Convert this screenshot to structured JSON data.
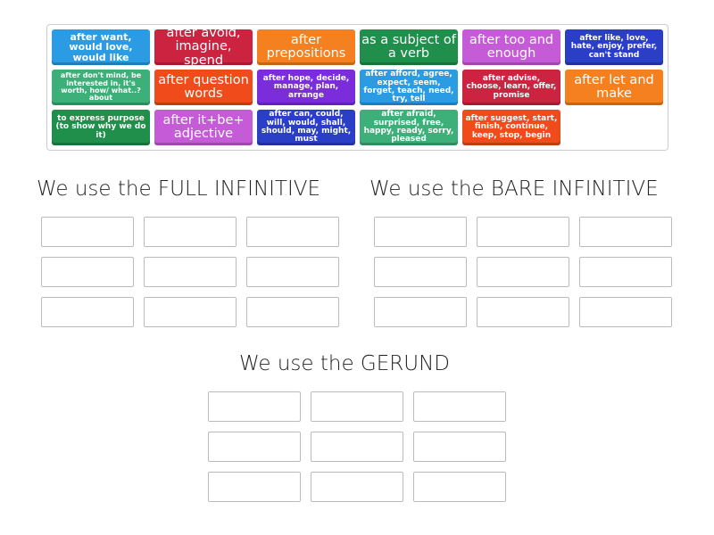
{
  "tiles": [
    {
      "text": "after want, would love, would like",
      "color": "#2b9be3",
      "size": "s-md"
    },
    {
      "text": "after avoid, imagine, spend",
      "color": "#cc2340",
      "size": "s-lg"
    },
    {
      "text": "after prepositions",
      "color": "#f5801f",
      "size": "s-lg"
    },
    {
      "text": "as a subject of a verb",
      "color": "#1f8f4b",
      "size": "s-lg"
    },
    {
      "text": "after too and enough",
      "color": "#c65bd8",
      "size": "s-lg"
    },
    {
      "text": "after like, love, hate, enjoy, prefer, can't stand",
      "color": "#2a3fc6",
      "size": "s-sm"
    },
    {
      "text": "after don't mind, be interested in, it's worth, how/ what..? about",
      "color": "#3daf79",
      "size": "s-xs"
    },
    {
      "text": "after question words",
      "color": "#f04b1b",
      "size": "s-lg"
    },
    {
      "text": "after hope, decide, manage, plan, arrange",
      "color": "#7b2ddb",
      "size": "s-sm"
    },
    {
      "text": "after afford, agree, expect, seem, forget, teach, need, try, tell",
      "color": "#2b9be3",
      "size": "s-sm"
    },
    {
      "text": "after advise, choose, learn, offer, promise",
      "color": "#cc2340",
      "size": "s-sm"
    },
    {
      "text": "after let and make",
      "color": "#f5801f",
      "size": "s-lg"
    },
    {
      "text": "to express purpose (to show why we do it)",
      "color": "#1f8f4b",
      "size": "s-sm"
    },
    {
      "text": "after it+be+ adjective",
      "color": "#c65bd8",
      "size": "s-lg"
    },
    {
      "text": "after can, could, will, would, shall, should, may, might, must",
      "color": "#2a3fc6",
      "size": "s-sm"
    },
    {
      "text": "after afraid, surprised, free, happy, ready, sorry, pleased",
      "color": "#3daf79",
      "size": "s-sm"
    },
    {
      "text": "after suggest, start, finish, continue, keep, stop, begin",
      "color": "#f04b1b",
      "size": "s-sm"
    }
  ],
  "groups": [
    {
      "title": "We use the FULL INFINITIVE",
      "slots": 9
    },
    {
      "title": "We use the BARE INFINITIVE",
      "slots": 9
    },
    {
      "title": "We use the GERUND",
      "slots": 9
    }
  ]
}
